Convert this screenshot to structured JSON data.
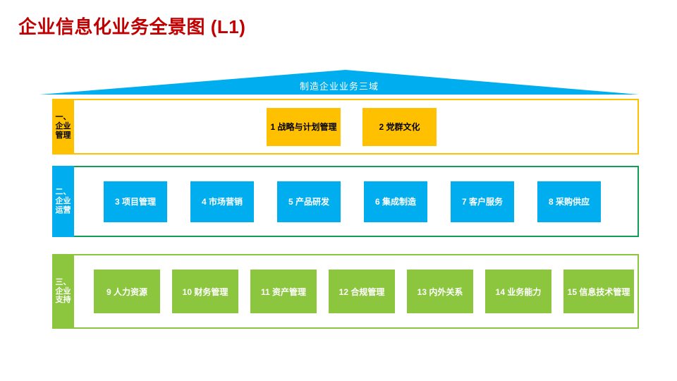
{
  "slide": {
    "title": "企业信息化业务全景图 (L1)",
    "title_color": "#C00000",
    "background": "#FFFFFF"
  },
  "roof": {
    "label": "制造企业业务三域",
    "color": "#00AEEF",
    "text_color": "#FFFFFF"
  },
  "rows": [
    {
      "id": "management",
      "tab_label": "一、企业管理",
      "tab_color": "#FFC000",
      "tab_text_color": "#000000",
      "border_color": "#FFC000",
      "cards": [
        {
          "number": "1",
          "label": "1 战略与计划管理"
        },
        {
          "number": "2",
          "label": "2 党群文化"
        }
      ]
    },
    {
      "id": "operation",
      "tab_label": "二、企业运营",
      "tab_color": "#00AEEF",
      "tab_text_color": "#FFFFFF",
      "border_color": "#0F9D58",
      "cards": [
        {
          "number": "3",
          "label": "3 项目管理"
        },
        {
          "number": "4",
          "label": "4 市场营销"
        },
        {
          "number": "5",
          "label": "5 产品研发"
        },
        {
          "number": "6",
          "label": "6 集成制造"
        },
        {
          "number": "7",
          "label": "7 客户服务"
        },
        {
          "number": "8",
          "label": "8 采购供应"
        }
      ]
    },
    {
      "id": "support",
      "tab_label": "三、企业支持",
      "tab_color": "#8CC63F",
      "tab_text_color": "#FFFFFF",
      "border_color": "#8CC63F",
      "cards": [
        {
          "number": "9",
          "label": "9 人力资源"
        },
        {
          "number": "10",
          "label": "10 财务管理"
        },
        {
          "number": "11",
          "label": "11 资产管理"
        },
        {
          "number": "12",
          "label": "12 合规管理"
        },
        {
          "number": "13",
          "label": "13 内外关系"
        },
        {
          "number": "14",
          "label": "14 业务能力"
        },
        {
          "number": "15",
          "label": "15 信息技术管理"
        }
      ]
    }
  ]
}
